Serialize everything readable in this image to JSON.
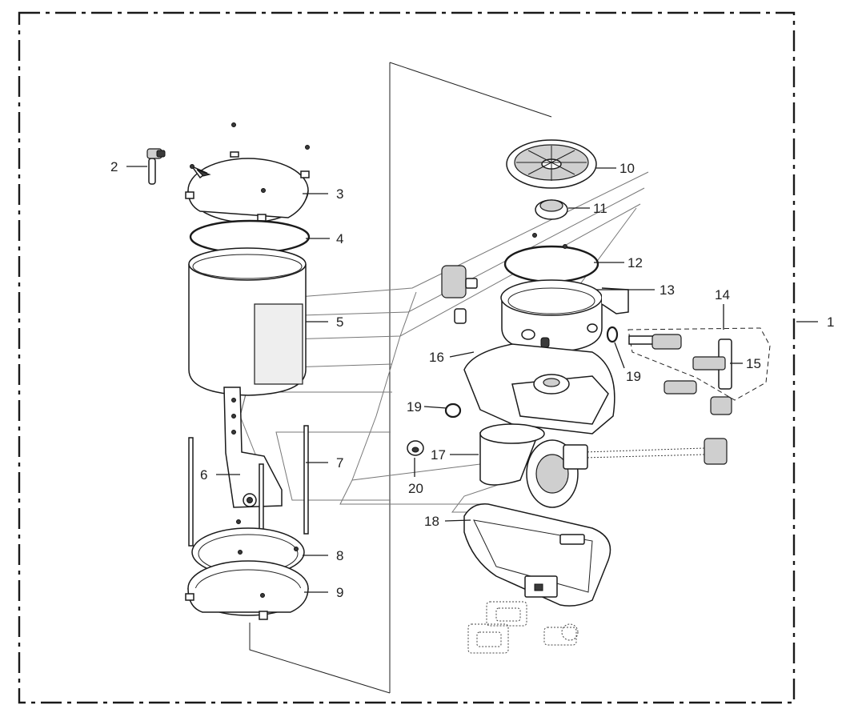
{
  "callouts": {
    "c1": "1",
    "c2": "2",
    "c3": "3",
    "c4": "4",
    "c5": "5",
    "c6": "6",
    "c7": "7",
    "c8": "8",
    "c9": "9",
    "c10": "10",
    "c11": "11",
    "c12": "12",
    "c13": "13",
    "c14": "14",
    "c15": "15",
    "c16": "16",
    "c17": "17",
    "c18": "18",
    "c19a": "19",
    "c19b": "19",
    "c20": "20"
  },
  "colors": {
    "line": "#1a1a1a",
    "shade": "#cfcfcf",
    "background": "#ffffff"
  }
}
